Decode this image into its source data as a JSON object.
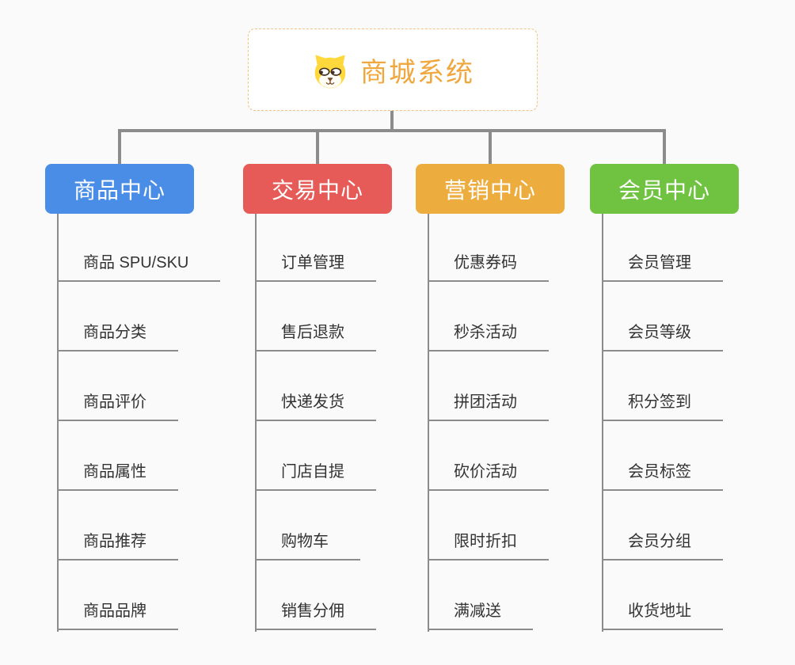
{
  "canvas_bg": "#fafafa",
  "connector_color": "#8c8c8c",
  "leaf_text_color": "#333333",
  "root": {
    "title": "商城系统",
    "title_color": "#efa73e",
    "border_color": "#f2c381",
    "icon": "dog-mascot-icon"
  },
  "branches": [
    {
      "label": "商品中心",
      "color": "#4a8de6",
      "items": [
        "商品 SPU/SKU",
        "商品分类",
        "商品评价",
        "商品属性",
        "商品推荐",
        "商品品牌"
      ]
    },
    {
      "label": "交易中心",
      "color": "#e65b57",
      "items": [
        "订单管理",
        "售后退款",
        "快递发货",
        "门店自提",
        "购物车",
        "销售分佣"
      ]
    },
    {
      "label": "营销中心",
      "color": "#edac3e",
      "items": [
        "优惠券码",
        "秒杀活动",
        "拼团活动",
        "砍价活动",
        "限时折扣",
        "满减送"
      ]
    },
    {
      "label": "会员中心",
      "color": "#6fc340",
      "items": [
        "会员管理",
        "会员等级",
        "积分签到",
        "会员标签",
        "会员分组",
        "收货地址"
      ]
    }
  ]
}
